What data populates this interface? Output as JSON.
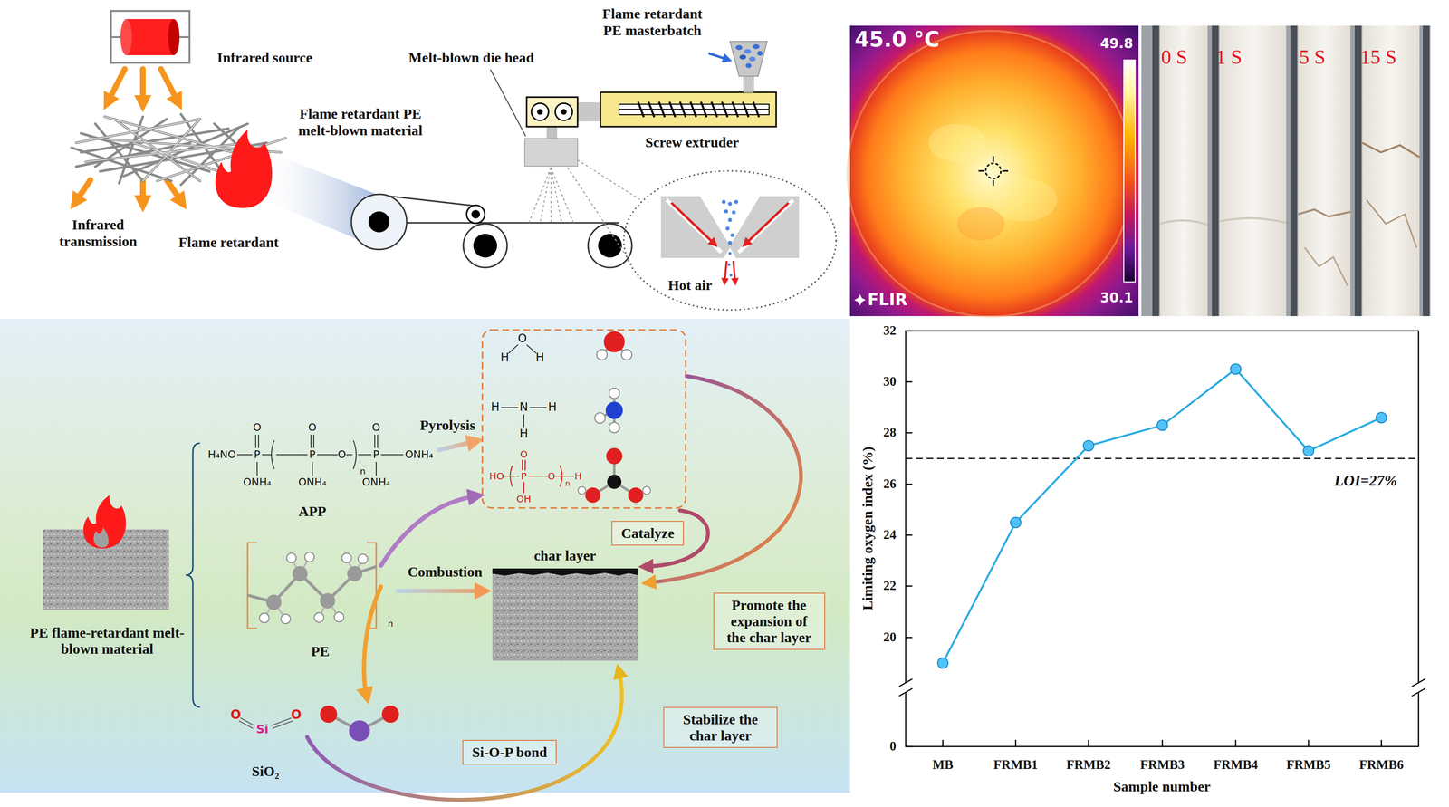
{
  "diagram": {
    "nodes": [
      {
        "text": [
          "PE flame-retardant melt-blown material"
        ]
      },
      {
        "text": [
          "APP"
        ]
      },
      {
        "text": [
          "PE"
        ]
      },
      {
        "text": [
          "SiO₂"
        ]
      },
      {
        "text": [
          "char layer"
        ]
      },
      {
        "text": [
          "Catalyze"
        ]
      },
      {
        "text": [
          "Promote the expansion of the char layer"
        ]
      },
      {
        "text": [
          "Si-O-P bond"
        ]
      },
      {
        "text": [
          "Stabilize the char layer"
        ]
      }
    ],
    "edges": [
      {
        "from": 2,
        "to": 4,
        "label": "Combustion",
        "arrow": "to"
      },
      {
        "from": 3,
        "to": 4,
        "arrow": "to"
      }
    ],
    "labels": [
      "Infrared source",
      "Melt-blown die head",
      "Flame retardant PE masterbatch",
      "Flame retardant PE melt-blown material",
      "Screw extruder",
      "Infrared transmission",
      "Flame retardant",
      "Hot air",
      "45.0 °C",
      "49.8",
      "30.1",
      "FLIR",
      "0 S",
      "1 S",
      "5 S",
      "15 S",
      "Pyrolysis",
      "H₄NO",
      "P",
      "O",
      "ONH₄",
      "P",
      "O",
      "ONH₄",
      "O",
      "n",
      "P",
      "O",
      "ONH₄",
      "ONH₄",
      "H",
      "O",
      "H",
      "H",
      "N",
      "H",
      "H",
      "HO",
      "P",
      "O",
      "OH",
      "O",
      "n",
      "H",
      "n",
      "O",
      "Si",
      "O",
      "32",
      "30",
      "28",
      "26",
      "24",
      "22",
      "20",
      "0",
      "Limiting oxygen index (%)",
      "MB",
      "FRMB1",
      "FRMB2",
      "FRMB3",
      "FRMB4",
      "FRMB5",
      "FRMB6",
      "Sample number",
      "LOI=27%"
    ]
  }
}
